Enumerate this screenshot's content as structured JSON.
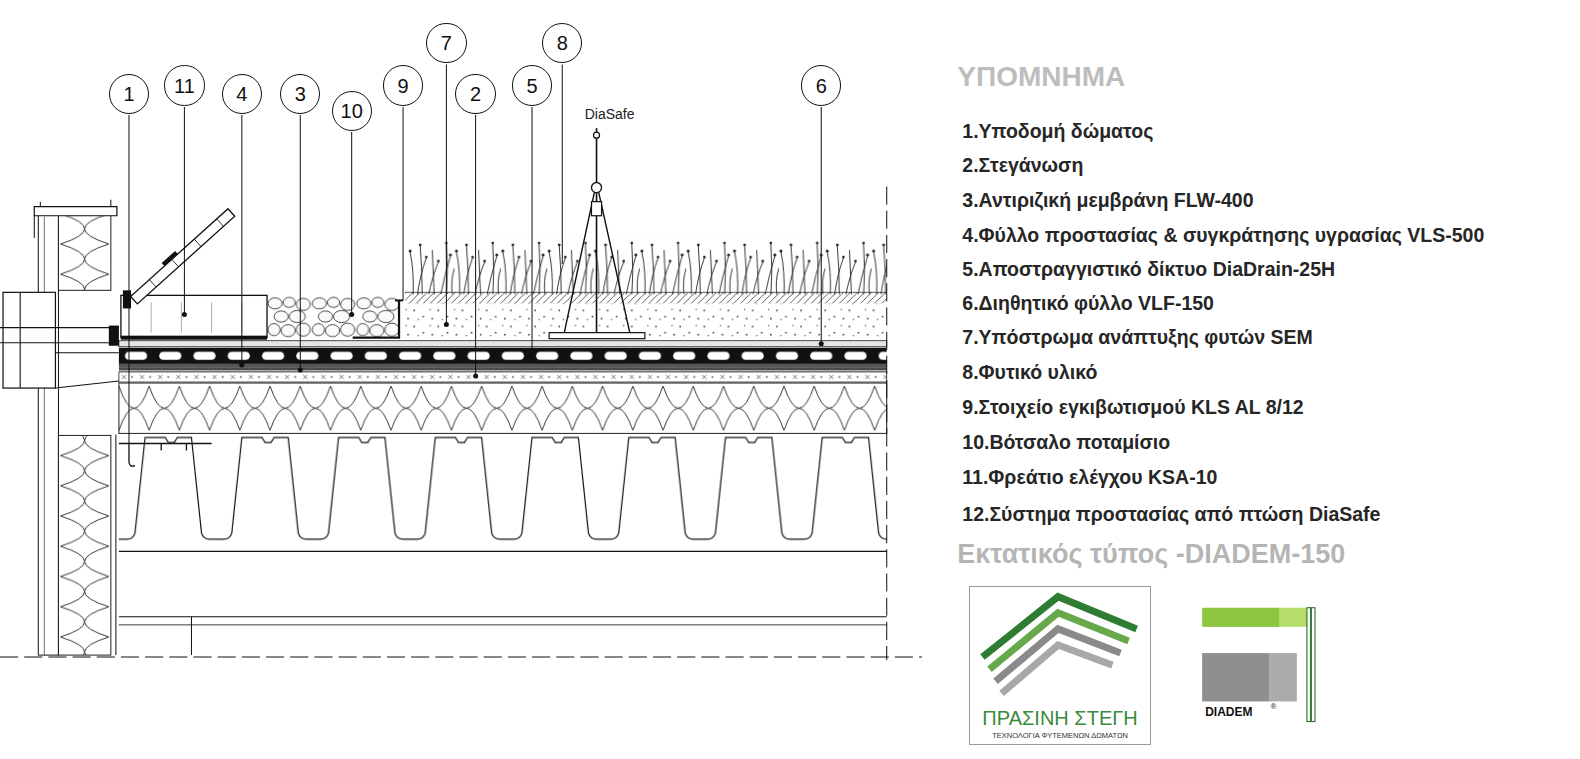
{
  "diagram": {
    "nodes": [
      {
        "text": [
          "1"
        ]
      },
      {
        "text": [
          "11"
        ]
      },
      {
        "text": [
          "4"
        ]
      },
      {
        "text": [
          "3"
        ]
      },
      {
        "text": [
          "10"
        ]
      },
      {
        "text": [
          "9"
        ]
      },
      {
        "text": [
          "7"
        ]
      },
      {
        "text": [
          "2"
        ]
      },
      {
        "text": [
          "5"
        ]
      },
      {
        "text": [
          "8"
        ]
      },
      {
        "text": [
          "6"
        ]
      },
      {
        "text": [
          "ΠΡΑΣΙΝΗ ΣΤΕΓΗ",
          "ΤΕΧΝΟΛΟΓΙΑ ΦΥΤΕΜΕΝΩΝ ΔΩΜΑΤΩΝ"
        ]
      },
      {
        "text": [
          "DIADEM",
          "®"
        ]
      }
    ],
    "labels": [
      "DiaSafe",
      "ΥΠΟΜΝΗΜΑ",
      "1.Υποδομή δώματος",
      "2.Στεγάνωση",
      "3.Αντιριζική μεμβράνη FLW-400",
      "4.Φύλλο προστασίας & συγκράτησης υγρασίας VLS-500",
      "5.Αποστραγγιστικό δίκτυο DiaDrain-25H",
      "6.Διηθητικό φύλλο VLF-150",
      "7.Υπόστρωμα ανάπτυξης φυτών SEM",
      "8.Φυτικό υλικό",
      "9.Στοιχείο εγκιβωτισμού KLS AL 8/12",
      "10.Βότσαλο ποταμίσιο",
      "11.Φρεάτιο ελέγχου KSA-10",
      "12.Σύστημα προστασίας από πτώση DiaSafe",
      "Εκτατικός τύπος -DIADEM-150"
    ]
  }
}
